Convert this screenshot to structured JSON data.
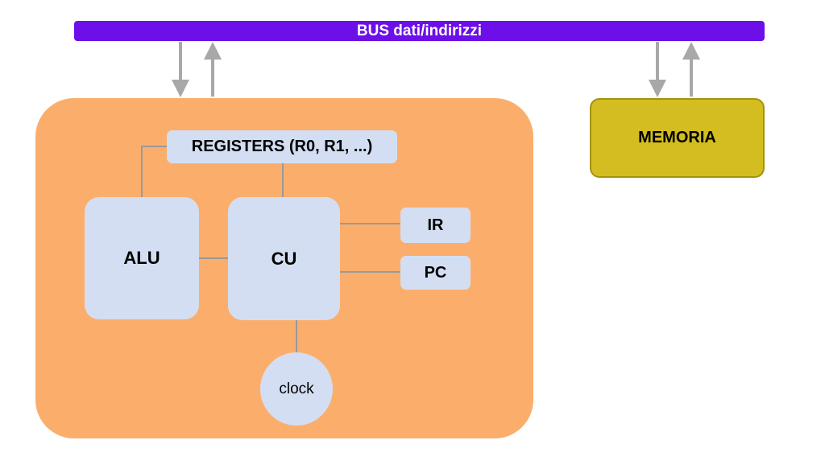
{
  "bus": {
    "label": "BUS dati/indirizzi",
    "color": "#6C0FE8",
    "text_color": "#FFFFFF"
  },
  "cpu": {
    "block_color": "#FBAE6C",
    "node_color": "#D3DEF2",
    "nodes": {
      "registers": {
        "label": "REGISTERS (R0, R1, ...)"
      },
      "alu": {
        "label": "ALU"
      },
      "cu": {
        "label": "CU"
      },
      "ir": {
        "label": "IR"
      },
      "pc": {
        "label": "PC"
      },
      "clock": {
        "label": "clock"
      }
    }
  },
  "memory": {
    "label": "MEMORIA",
    "color": "#D4BD20",
    "border_color": "#A3940C"
  },
  "connectors": {
    "line_color": "#999999",
    "arrow_color": "#A8A8A8",
    "arrows": [
      {
        "name": "bus-to-cpu",
        "direction": "down"
      },
      {
        "name": "cpu-to-bus",
        "direction": "up"
      },
      {
        "name": "bus-to-memory",
        "direction": "down"
      },
      {
        "name": "memory-to-bus",
        "direction": "up"
      }
    ]
  }
}
